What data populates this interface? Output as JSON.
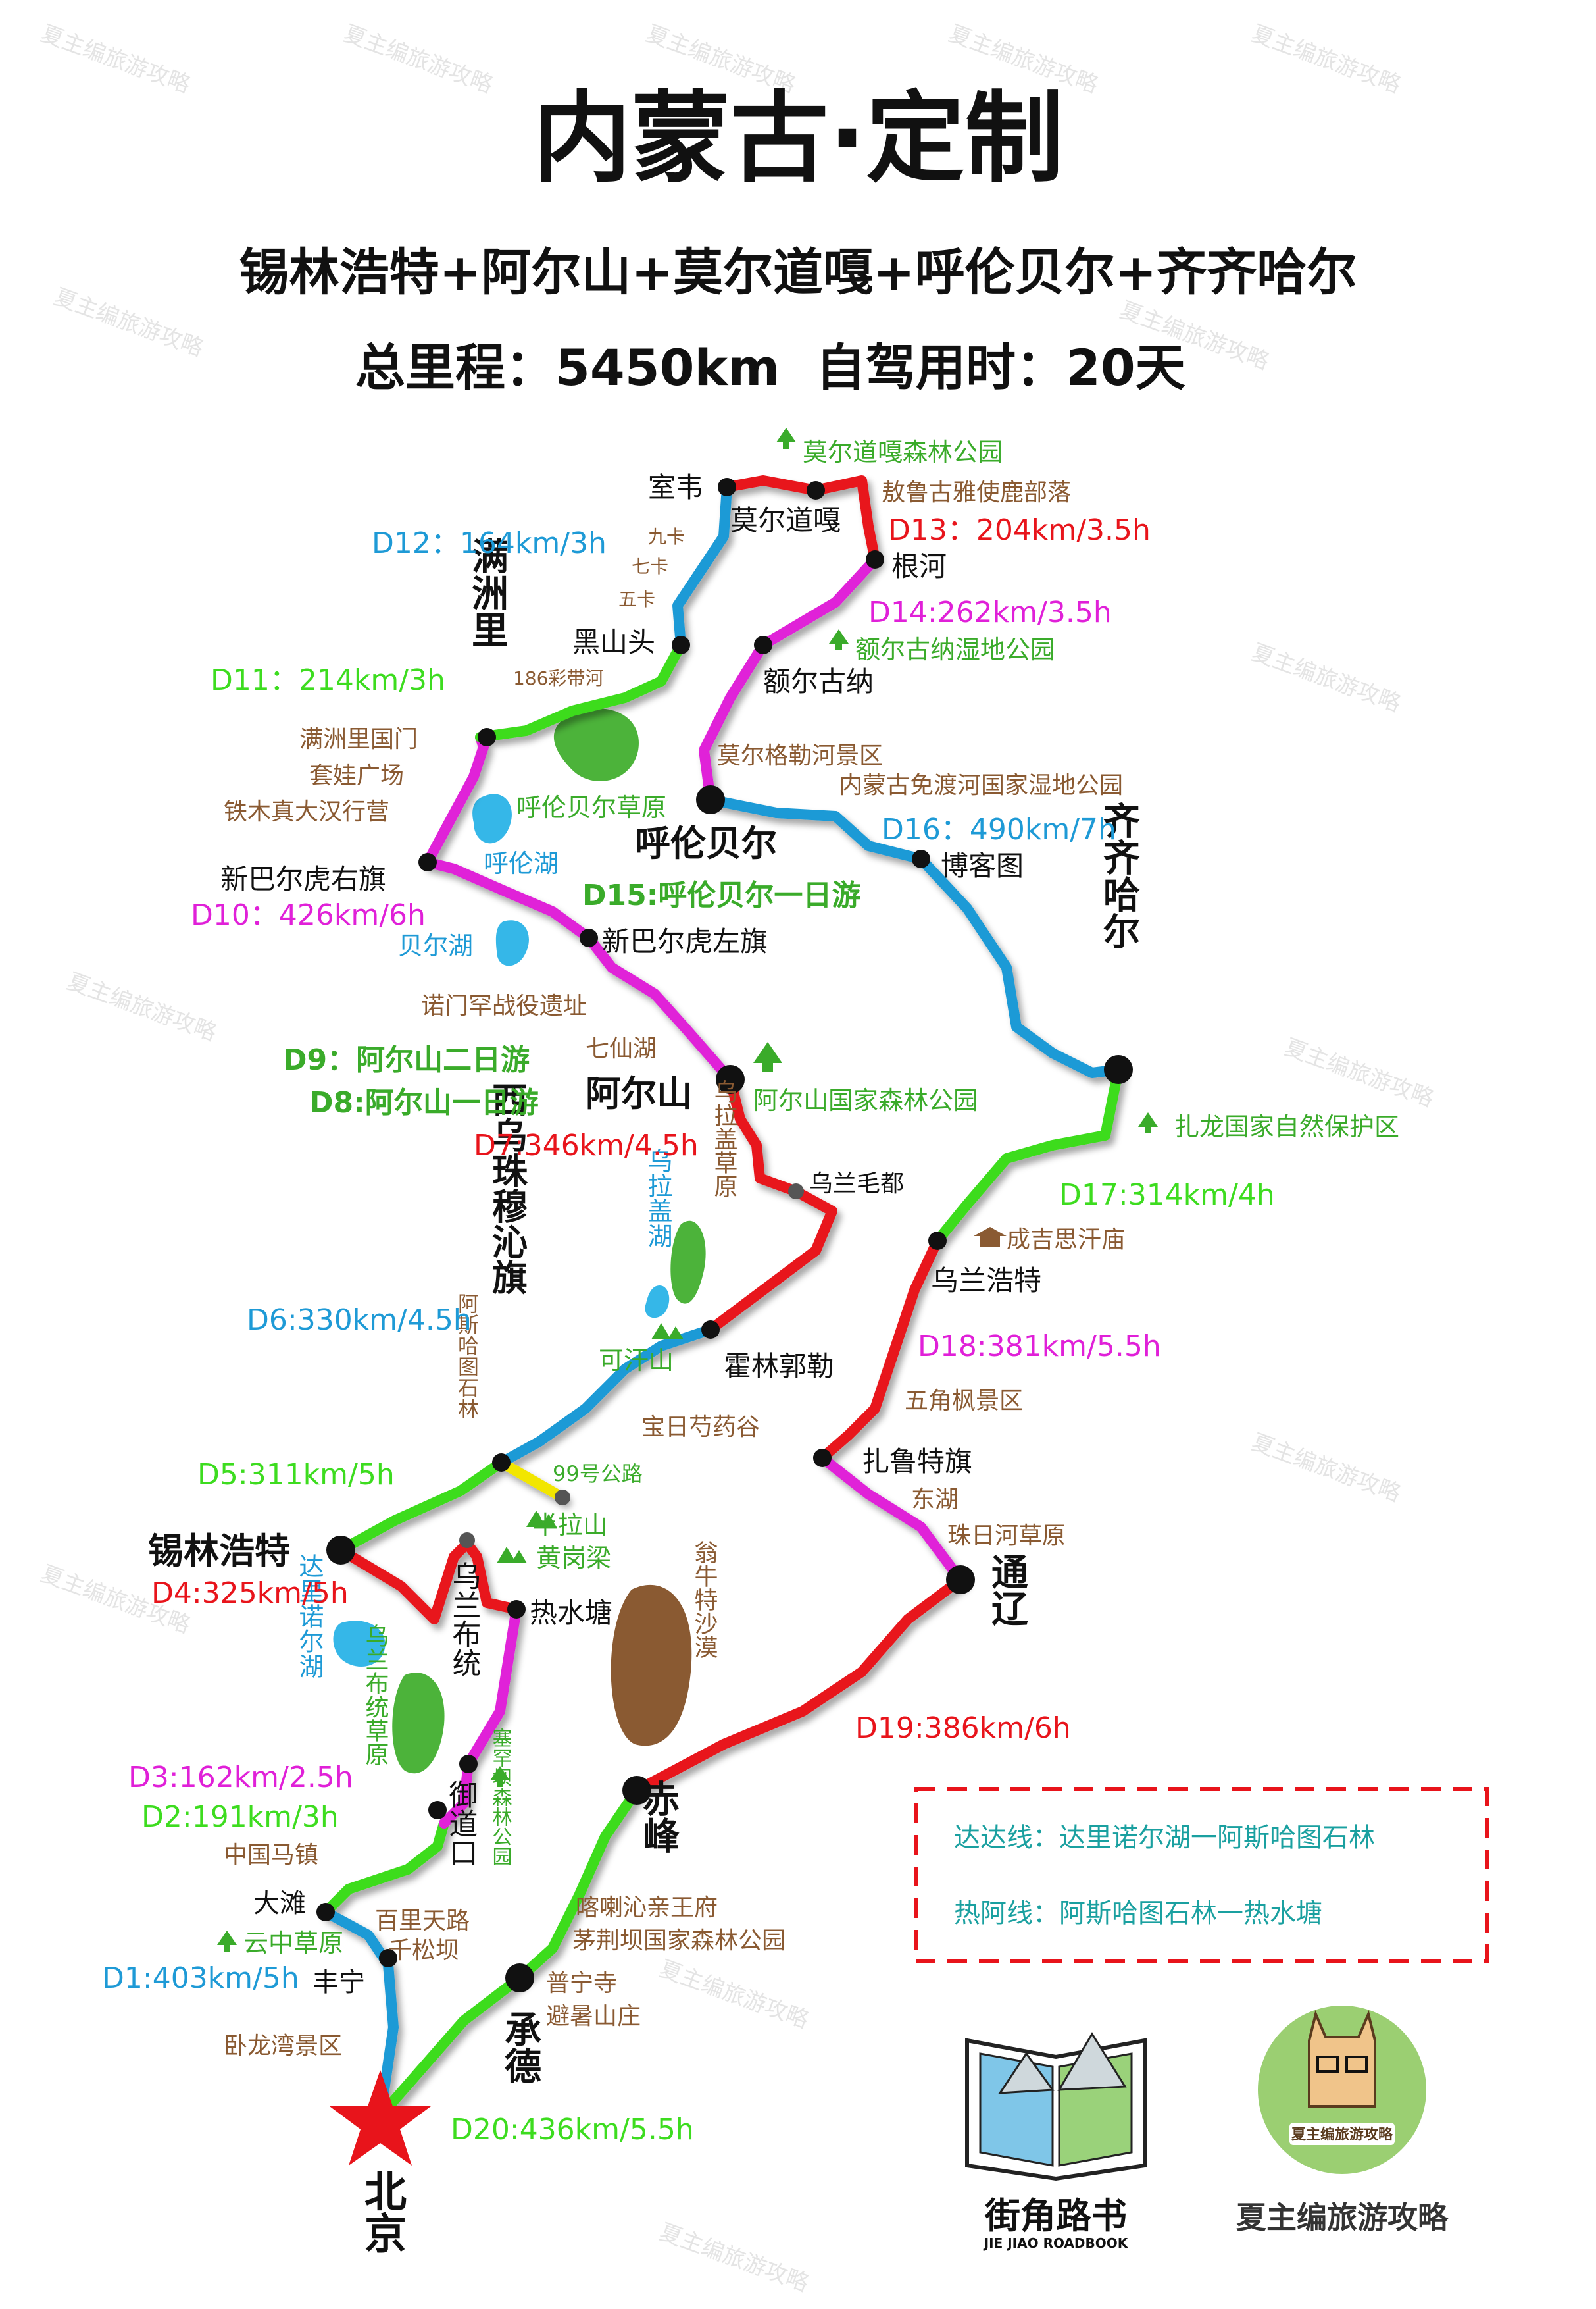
{
  "title": "内蒙古·定制",
  "subtitle": "锡林浩特+阿尔山+莫尔道嘎+呼伦贝尔+齐齐哈尔",
  "summary": {
    "distance": "总里程：5450km",
    "time": "自驾用时：20天"
  },
  "colors": {
    "red": "#e8141b",
    "blue": "#1e9ad6",
    "green": "#3ddc1f",
    "magenta": "#e020d8",
    "yellow": "#f2e600",
    "brown": "#8a5a32",
    "teal": "#1aa0a0"
  },
  "cities": {
    "beijing": "北京",
    "chengde": "承德",
    "chifeng": "赤峰",
    "tongliao": "通辽",
    "xilinhot": "锡林浩特",
    "xiwu": "西乌珠穆沁旗",
    "arxan": "阿尔山",
    "hulunbuir": "呼伦贝尔",
    "manzhouli": "满洲里",
    "qiqihar": "齐齐哈尔"
  },
  "places": {
    "fengning": "丰宁",
    "datan": "大滩",
    "yudaokou": "御道口",
    "wulanbutong": "乌兰布统",
    "reshuitang": "热水塘",
    "huolinguole": "霍林郭勒",
    "wulanmaodu": "乌兰毛都",
    "xinbaerhuzuoqi": "新巴尔虎左旗",
    "xinbaerhuyouqi": "新巴尔虎右旗",
    "heishantou": "黑山头",
    "shiwei": "室韦",
    "moerdaoga": "莫尔道嘎",
    "genhe": "根河",
    "eergunа": "额尔古纳",
    "boketu": "博客图",
    "wulanhaote": "乌兰浩特",
    "zhaluteqi": "扎鲁特旗"
  },
  "scenic": {
    "molidaoga_forest": "莫尔道嘎森林公园",
    "aoluguya": "敖鲁古雅使鹿部落",
    "erguna_wetland": "额尔古纳湿地公园",
    "moergele": "莫尔格勒河景区",
    "mianduhe": "内蒙古免渡河国家湿地公园",
    "hulunbuir_grassland": "呼伦贝尔草原",
    "hulun_lake": "呼伦湖",
    "buir_lake": "贝尔湖",
    "nuomenhan": "诺门罕战役遗址",
    "qixianhu": "七仙湖",
    "arxan_forest": "阿尔山国家森林公园",
    "zhalong": "扎龙国家自然保护区",
    "chengjisi": "成吉思汗庙",
    "wujiaofeng": "五角枫景区",
    "donghu": "东湖",
    "zhuriheshi": "珠日河草原",
    "wulagai_grassland": "乌拉盖草原",
    "wulagai_lake": "乌拉盖湖",
    "kehanshan": "可汗山",
    "baorishao": "宝日芍药谷",
    "ashihatu": "阿斯哈图石林",
    "road99": "99号公路",
    "banlashan": "半拉山",
    "huanggangliang": "黄岗梁",
    "dalinuoer": "达里诺尔湖",
    "wulanbutong_grassland": "乌兰布统草原",
    "saihanba": "塞罕坝森林公园",
    "wengniute": "翁牛特沙漠",
    "zhongguomazhen": "中国马镇",
    "baili": "百里天路",
    "qiansongba": "千松坝",
    "yunzhong": "云中草原",
    "wolongwan": "卧龙湾景区",
    "kalaqin": "喀喇沁亲王府",
    "maojingba": "茅荆坝国家森林公园",
    "puning": "普宁寺",
    "bishu": "避暑山庄",
    "manzhouli_gate": "满洲里国门",
    "taowa": "套娃广场",
    "tiemuzhen": "铁木真大汉行营",
    "caidai": "186彩带河",
    "jiuka": "九卡",
    "qika": "七卡",
    "wuka": "五卡"
  },
  "days": {
    "d1": "D1:403km/5h",
    "d2": "D2:191km/3h",
    "d3": "D3:162km/2.5h",
    "d4": "D4:325km/5h",
    "d5": "D5:311km/5h",
    "d6": "D6:330km/4.5h",
    "d7": "D7:346km/4.5h",
    "d8": "D8:阿尔山一日游",
    "d9": "D9：阿尔山二日游",
    "d10": "D10：426km/6h",
    "d11": "D11：214km/3h",
    "d12": "D12：164km/3h",
    "d13": "D13：204km/3.5h",
    "d14": "D14:262km/3.5h",
    "d15": "D15:呼伦贝尔一日游",
    "d16": "D16：490km/7h",
    "d17": "D17:314km/4h",
    "d18": "D18:381km/5.5h",
    "d19": "D19:386km/6h",
    "d20": "D20:436km/5.5h"
  },
  "legend": {
    "dada": "达达线：达里诺尔湖一阿斯哈图石林",
    "rea": "热阿线：阿斯哈图石林一热水塘"
  },
  "logos": {
    "jiejiao": "街角路书",
    "jiejiao_en": "JIE JIAO ROADBOOK",
    "xiazhu": "夏主编旅游攻略",
    "xiazhu_badge": "夏主编旅游攻略"
  },
  "watermark": "夏主编旅游攻略"
}
